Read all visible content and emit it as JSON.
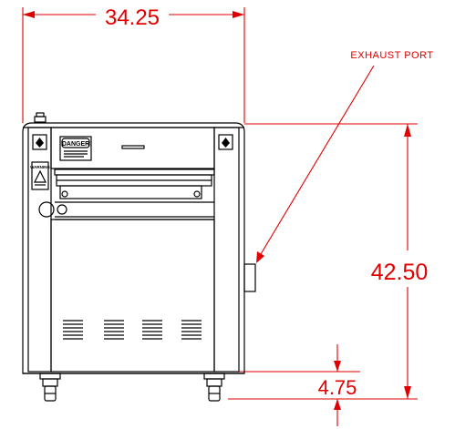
{
  "dimensions": {
    "width": "34.25",
    "height": "42.50",
    "clearance": "4.75"
  },
  "callouts": {
    "exhaust_port": "EXHAUST PORT"
  },
  "labels": {
    "danger": "DANGER",
    "warning": "WARNING"
  },
  "colors": {
    "dimension": "#e00000",
    "drawing": "#000000"
  }
}
